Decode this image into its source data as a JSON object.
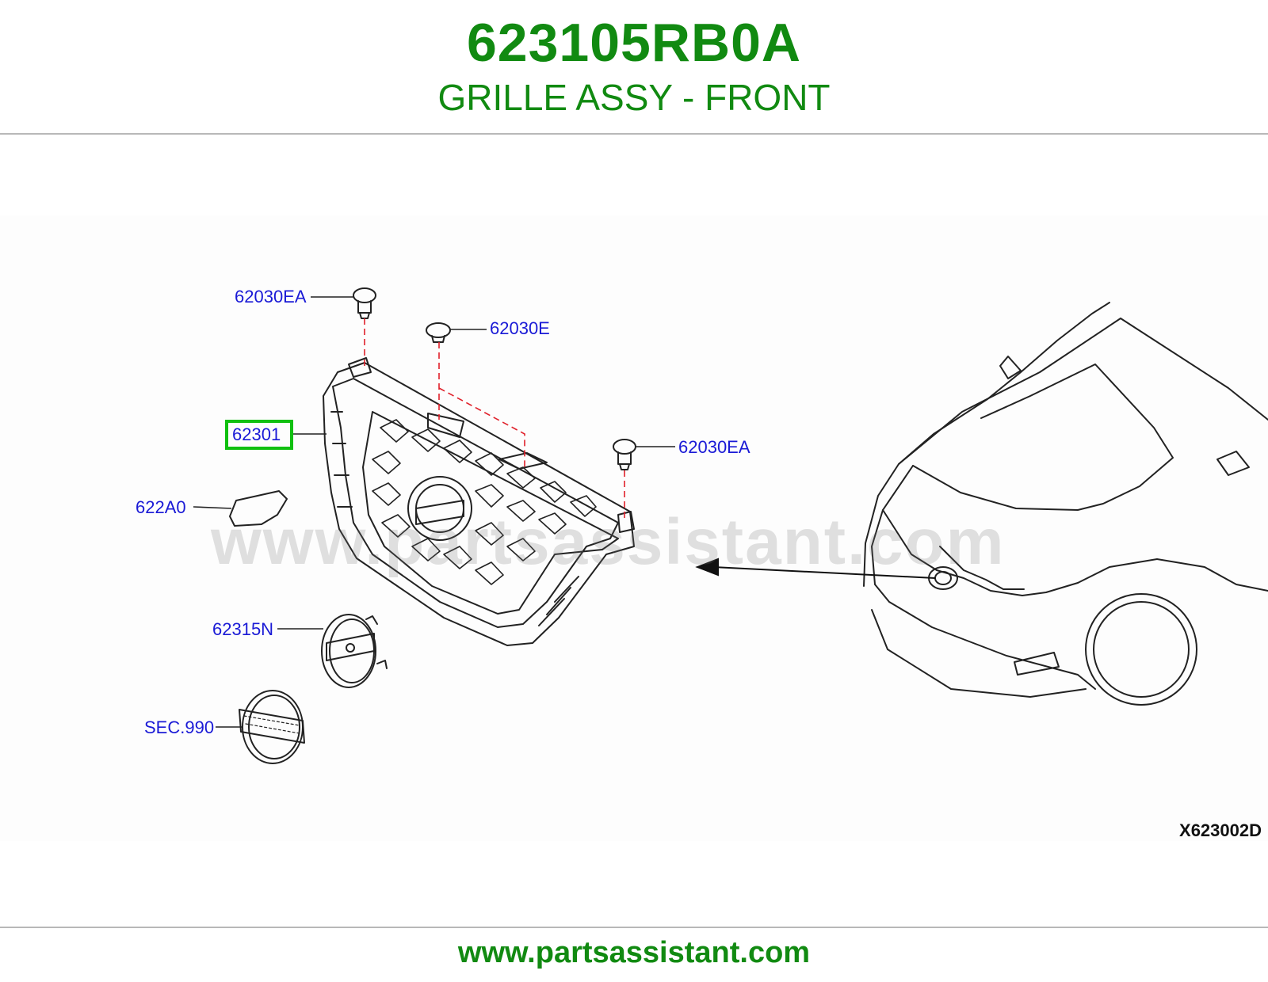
{
  "header": {
    "part_number": "623105RB0A",
    "part_name": "GRILLE ASSY - FRONT"
  },
  "diagram": {
    "watermark": "www.partsassistant.com",
    "code": "X623002D",
    "labels": {
      "clip_top_left": "62030EA",
      "clip_top_center": "62030E",
      "clip_right": "62030EA",
      "grille": "62301",
      "cover": "622A0",
      "emblem_base": "62315N",
      "sec_prefix": "SEC.",
      "sec_number": "990"
    }
  },
  "footer": {
    "url": "www.partsassistant.com"
  },
  "colors": {
    "brand_green": "#118a11",
    "label_blue": "#1a1ad6",
    "highlight_green": "#10c010",
    "leader_red": "#e0202a",
    "section_purple": "#9a2bd8"
  }
}
